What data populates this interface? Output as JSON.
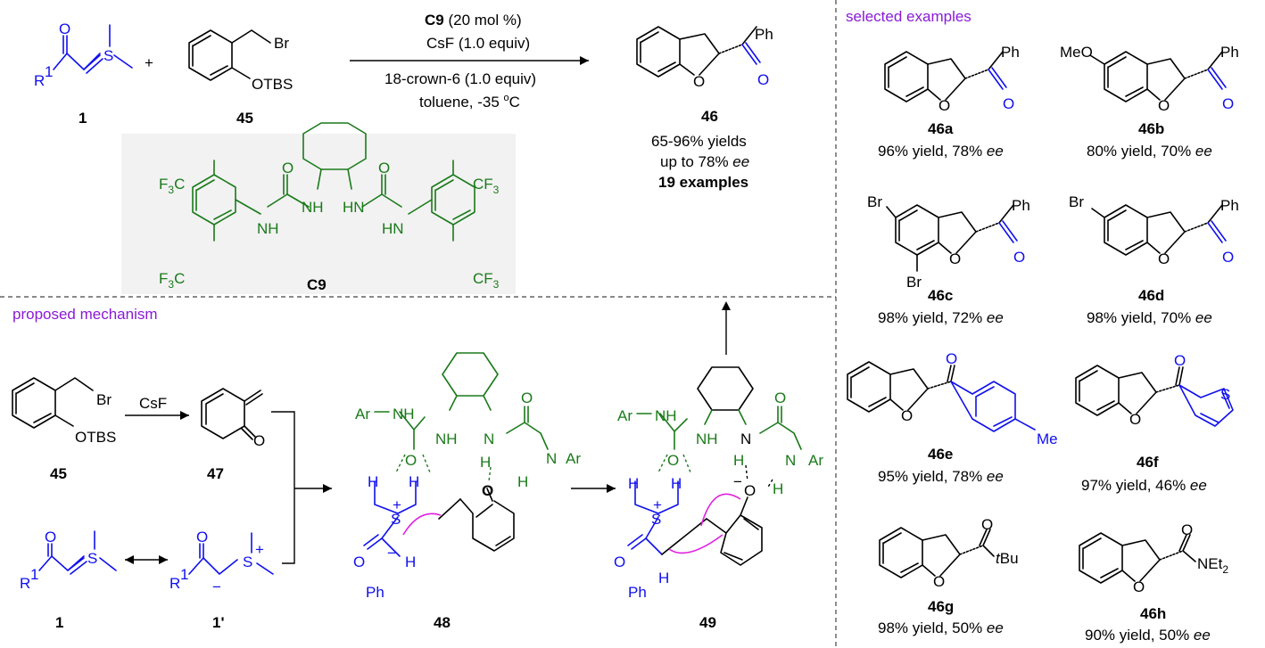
{
  "top_scheme": {
    "reagent_1_label": "1",
    "reagent_45_label": "45",
    "plus": "+",
    "reagent_1_r": "R",
    "reagent_1_r_sup": "1",
    "reagent_1_o": "O",
    "reagent_1_s": "S",
    "reagent_45_br": "Br",
    "reagent_45_otbs": "OTBS",
    "conditions": {
      "catalyst_bold": "C9",
      "catalyst_rest": " (20 mol %)",
      "base": "CsF (1.0 equiv)",
      "crown": "18-crown-6 (1.0 equiv)",
      "solvent_temp": "toluene, -35 ",
      "degree": "o",
      "celsius": "C"
    },
    "product_label": "46",
    "product_ph": "Ph",
    "product_o_ring": "O",
    "product_o_carbonyl": "O",
    "yields": "65-96% yields",
    "ee_prefix": "up to 78% ",
    "ee_italic": "ee",
    "examples": "19 examples"
  },
  "catalyst": {
    "label": "C9",
    "cf3_tl": "F",
    "cf3_tl_sub": "3",
    "cf3_tl_c": "C",
    "cf3_bl": "F",
    "cf3_bl_sub": "3",
    "cf3_bl_c": "C",
    "cf3_tr": "CF",
    "cf3_tr_sub": "3",
    "cf3_br": "CF",
    "cf3_br_sub": "3",
    "nh_left_outer": "NH",
    "nh_left_inner": "NH",
    "hn_right_inner": "HN",
    "hn_right_outer": "HN",
    "o_left": "O",
    "o_right": "O"
  },
  "selected_examples": {
    "header": "selected examples",
    "items": [
      {
        "label": "46a",
        "yield": "96% yield, 78% ",
        "ee": "ee"
      },
      {
        "label": "46b",
        "yield": "80% yield, 70% ",
        "ee": "ee"
      },
      {
        "label": "46c",
        "yield": "98% yield, 72% ",
        "ee": "ee"
      },
      {
        "label": "46d",
        "yield": "98% yield, 70% ",
        "ee": "ee"
      },
      {
        "label": "46e",
        "yield": "95% yield, 78% ",
        "ee": "ee"
      },
      {
        "label": "46f",
        "yield": "97% yield, 46% ",
        "ee": "ee"
      },
      {
        "label": "46g",
        "yield": "98% yield, 50% ",
        "ee": "ee"
      },
      {
        "label": "46h",
        "yield": "90% yield, 50% ",
        "ee": "ee"
      }
    ],
    "ph": "Ph",
    "o": "O",
    "meo": "MeO",
    "br": "Br",
    "me": "Me",
    "s": "S",
    "tbu_t": "t",
    "tbu_bu": "Bu",
    "net": "NEt",
    "net_sub": "2"
  },
  "mechanism": {
    "header": "proposed mechanism",
    "label_45": "45",
    "label_47": "47",
    "label_1": "1",
    "label_1prime": "1'",
    "label_48": "48",
    "label_49": "49",
    "csf": "CsF",
    "br": "Br",
    "otbs": "OTBS",
    "o": "O",
    "r": "R",
    "r_sup": "1",
    "s": "S",
    "plus": "+",
    "minus": "−",
    "ar": "Ar",
    "nh": "NH",
    "n": "N",
    "h": "H",
    "ph": "Ph"
  }
}
